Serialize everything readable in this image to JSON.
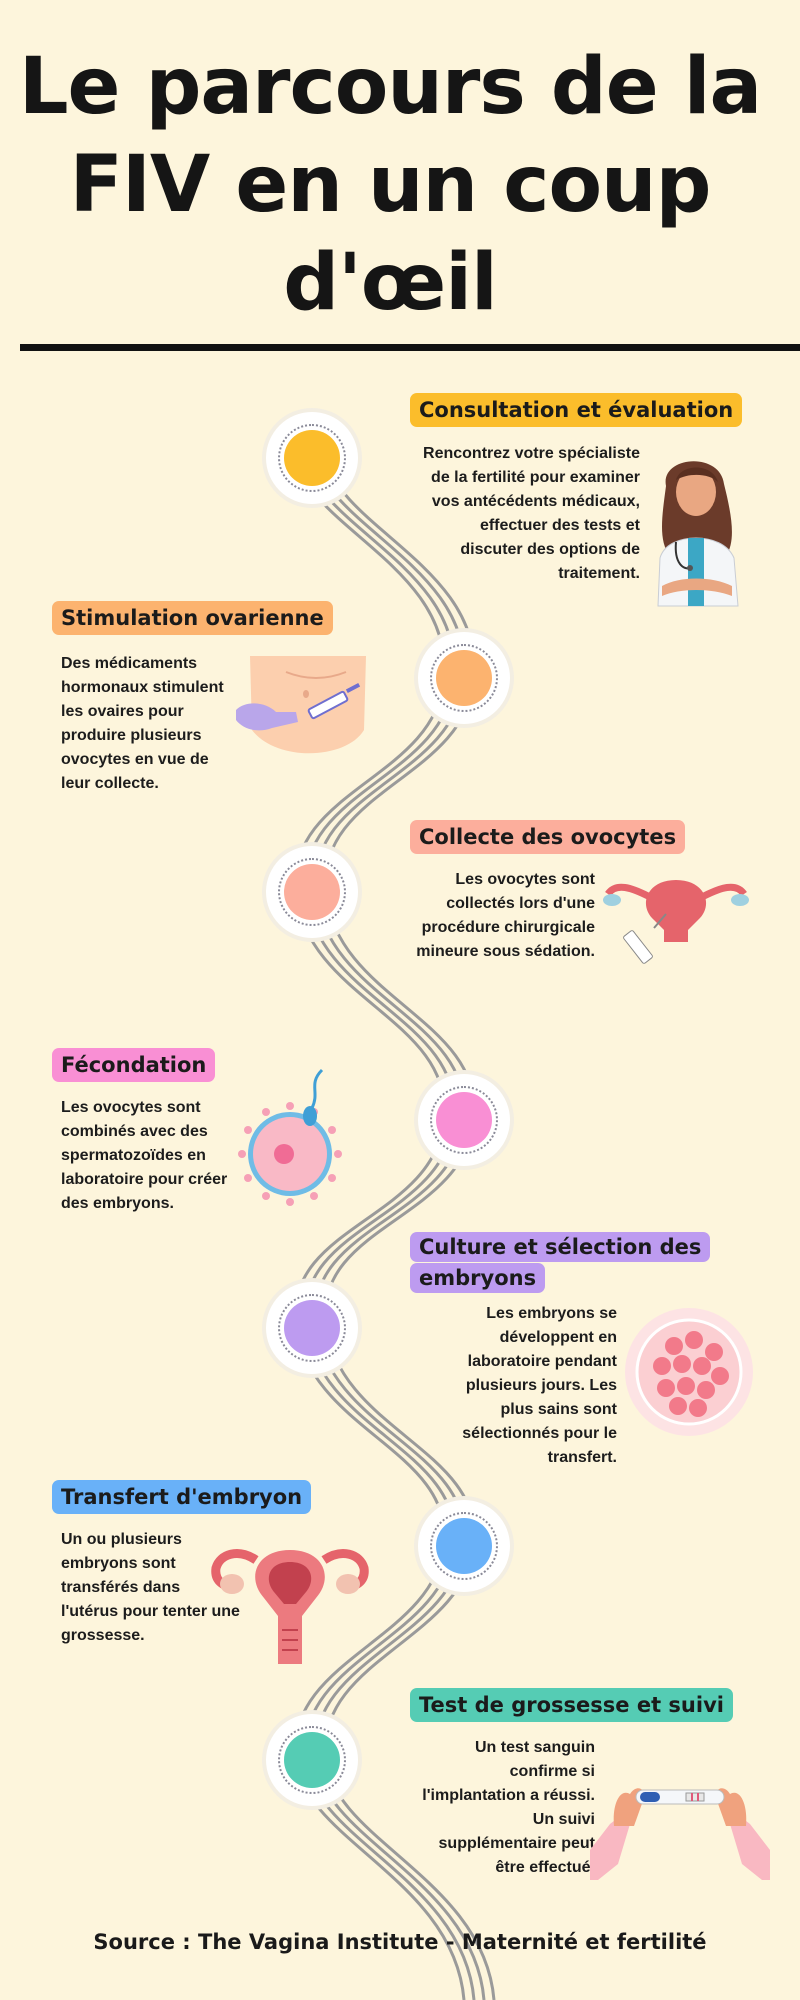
{
  "header": {
    "title": "Le parcours de la FIV en un coup d'œil"
  },
  "steps": [
    {
      "title": "Consultation et évaluation",
      "text": "Rencontrez votre spécialiste de la fertilité pour examiner vos antécédents médicaux, effectuer des tests et discuter des options de traitement.",
      "color": "#fbbd2b",
      "tag_color": "#fbbd2b",
      "icon": "doctor-illustration"
    },
    {
      "title": "Stimulation ovarienne",
      "text": "Des médicaments hormonaux stimulent les ovaires pour produire plusieurs ovocytes en vue de leur collecte.",
      "color": "#fcb36f",
      "tag_color": "#fcb36f",
      "icon": "injection-illustration"
    },
    {
      "title": "Collecte des ovocytes",
      "text": "Les ovocytes sont collectés lors d'une procédure chirurgicale mineure sous sédation.",
      "color": "#fcae9c",
      "tag_color": "#fcae9c",
      "icon": "uterus-needle-illustration"
    },
    {
      "title": "Fécondation",
      "text": "Les ovocytes sont combinés avec des spermatozoïdes en laboratoire pour créer des embryons.",
      "color": "#f98fd4",
      "tag_color": "#f98fd4",
      "icon": "fertilization-illustration"
    },
    {
      "title": "Culture et sélection des embryons",
      "text": "Les embryons se développent en laboratoire pendant plusieurs jours. Les plus sains sont sélectionnés pour le transfert.",
      "color": "#bd9bf0",
      "tag_color": "#bd9bf0",
      "icon": "embryo-illustration"
    },
    {
      "title": "Transfert d'embryon",
      "text": "Un ou plusieurs embryons sont transférés dans l'utérus pour tenter une grossesse.",
      "color": "#69b1f8",
      "tag_color": "#69b1f8",
      "icon": "uterus-illustration"
    },
    {
      "title": "Test de grossesse et suivi",
      "text": "Un test sanguin confirme si l'implantation a réussi. Un suivi supplémentaire peut être effectué.",
      "color": "#55ccb4",
      "tag_color": "#55ccb4",
      "icon": "pregnancy-test-illustration"
    }
  ],
  "footer": {
    "source": "Source : The Vagina Institute - Maternité et fertilité"
  }
}
